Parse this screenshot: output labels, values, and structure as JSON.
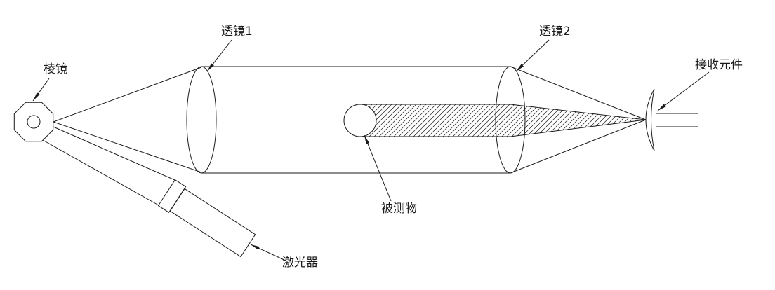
{
  "diagram": {
    "labels": {
      "prism": "棱镜",
      "lens1": "透镜1",
      "lens2": "透镜2",
      "receiver": "接收元件",
      "measured_object": "被测物",
      "laser": "激光器"
    },
    "colors": {
      "line": "#1a1a1a",
      "background": "#ffffff",
      "hatch": "#1a1a1a"
    }
  }
}
